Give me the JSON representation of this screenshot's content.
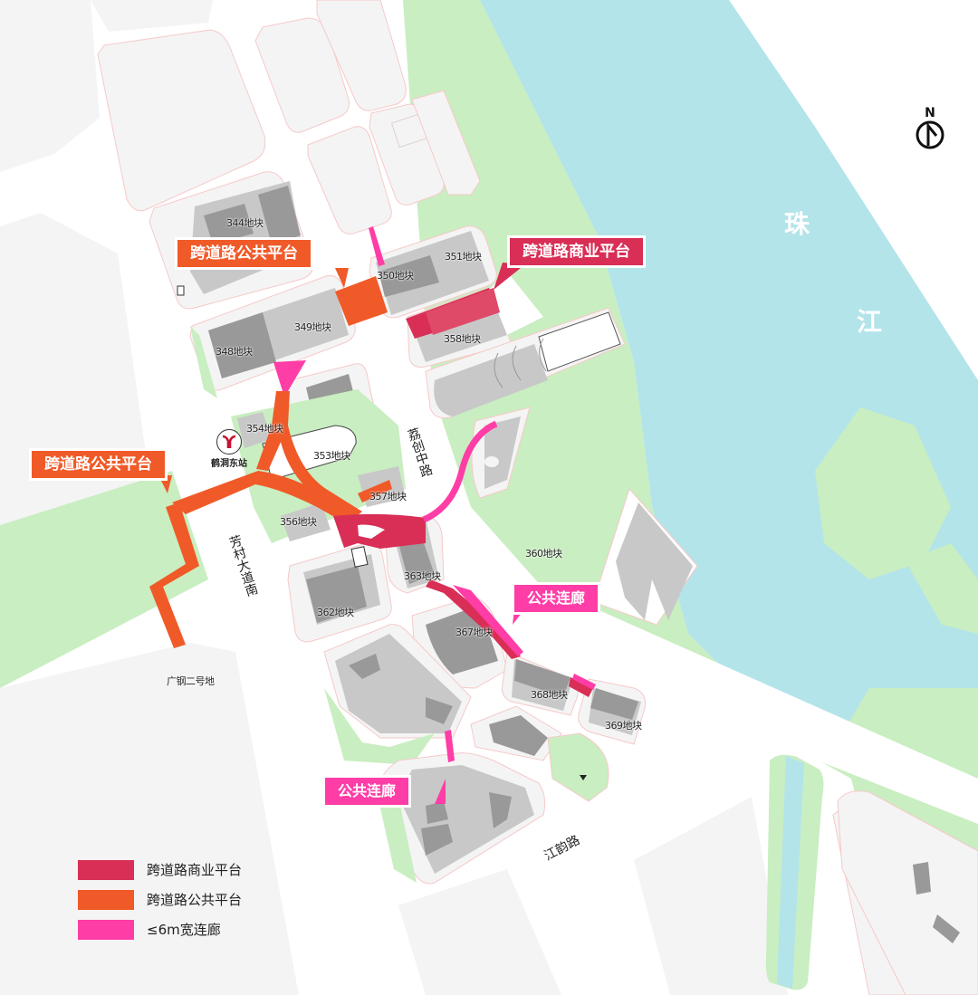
{
  "map": {
    "river_name": [
      "珠",
      "江"
    ],
    "compass": {
      "label": "N"
    },
    "colors": {
      "water": "#b3e4ea",
      "green": "#c9eec1",
      "block": "#f4f4f4",
      "building_light": "#c8c8c8",
      "building_dark": "#999999",
      "commercial_platform": "#d92e55",
      "public_platform": "#f05a28",
      "corridor": "#ff3da6"
    },
    "plots": [
      {
        "id": "344",
        "label": "344地块"
      },
      {
        "id": "348",
        "label": "348地块"
      },
      {
        "id": "349",
        "label": "349地块"
      },
      {
        "id": "350",
        "label": "350地块"
      },
      {
        "id": "351",
        "label": "351地块"
      },
      {
        "id": "353",
        "label": "353地块"
      },
      {
        "id": "354",
        "label": "354地块"
      },
      {
        "id": "356",
        "label": "356地块"
      },
      {
        "id": "357",
        "label": "357地块"
      },
      {
        "id": "358",
        "label": "358地块"
      },
      {
        "id": "360",
        "label": "360地块"
      },
      {
        "id": "362",
        "label": "362地块"
      },
      {
        "id": "363",
        "label": "363地块"
      },
      {
        "id": "367",
        "label": "367地块"
      },
      {
        "id": "368",
        "label": "368地块"
      },
      {
        "id": "369",
        "label": "369地块"
      },
      {
        "id": "guanggang",
        "label": "广钢二号地"
      }
    ],
    "roads": {
      "fangcun": "芳村大道南",
      "lichuang": "荔创中路",
      "jiangyun": "江韵路"
    },
    "station": {
      "name": "鹤洞东站"
    },
    "callouts": [
      {
        "id": "public-platform-north",
        "label": "跨道路公共平台"
      },
      {
        "id": "commercial-platform",
        "label": "跨道路商业平台"
      },
      {
        "id": "public-platform-west",
        "label": "跨道路公共平台"
      },
      {
        "id": "corridor-east",
        "label": "公共连廊"
      },
      {
        "id": "corridor-south",
        "label": "公共连廊"
      }
    ]
  },
  "legend": {
    "items": [
      {
        "label": "跨道路商业平台",
        "color": "#d92e55"
      },
      {
        "label": "跨道路公共平台",
        "color": "#f05a28"
      },
      {
        "label": "≤6m宽连廊",
        "color": "#ff3da6"
      }
    ]
  }
}
